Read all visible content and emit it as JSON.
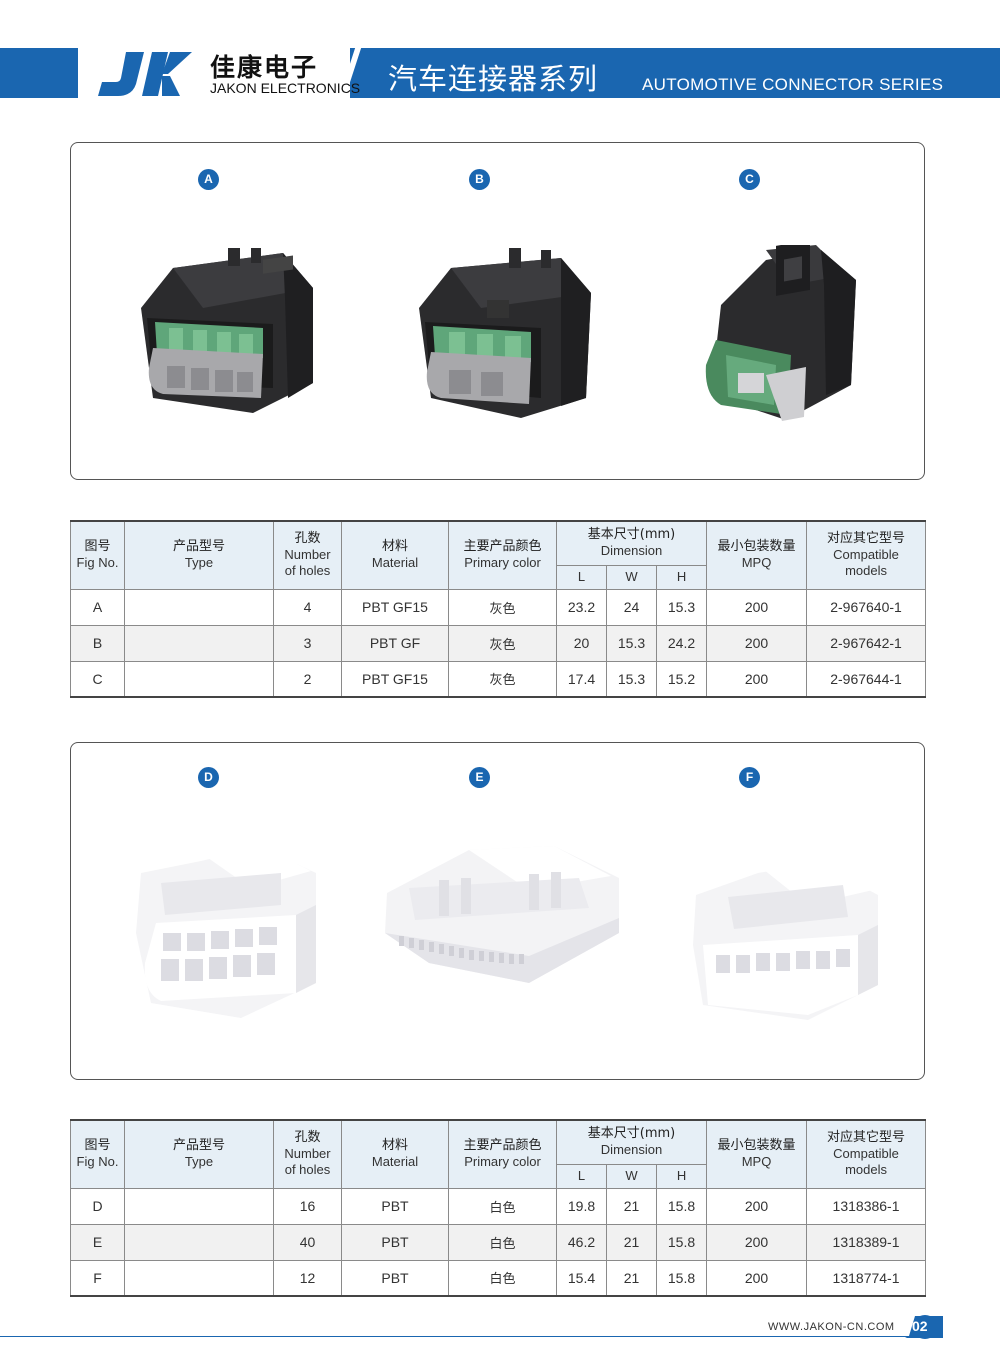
{
  "header": {
    "brand_cn": "佳康电子",
    "brand_en": "JAKON ELECTRONICS",
    "series_cn": "汽车连接器系列",
    "series_en": "AUTOMOTIVE CONNECTOR SERIES",
    "color_primary": "#1a66b0"
  },
  "panels": [
    {
      "figures": [
        "A",
        "B",
        "C"
      ],
      "product_color": "black"
    },
    {
      "figures": [
        "D",
        "E",
        "F"
      ],
      "product_color": "white"
    }
  ],
  "table_headers": {
    "fig_cn": "图号",
    "fig_en": "Fig No.",
    "type_cn": "产品型号",
    "type_en": "Type",
    "holes_cn": "孔数",
    "holes_en1": "Number",
    "holes_en2": "of holes",
    "material_cn": "材料",
    "material_en": "Material",
    "color_cn": "主要产品颜色",
    "color_en": "Primary color",
    "dim_cn": "基本尺寸(mm)",
    "dim_en": "Dimension",
    "dim_l": "L",
    "dim_w": "W",
    "dim_h": "H",
    "mpq_cn": "最小包装数量",
    "mpq_en": "MPQ",
    "compat_cn": "对应其它型号",
    "compat_en1": "Compatible",
    "compat_en2": "models"
  },
  "table1": [
    {
      "fig": "A",
      "type": "",
      "holes": "4",
      "material": "PBT GF15",
      "color": "灰色",
      "l": "23.2",
      "w": "24",
      "h": "15.3",
      "mpq": "200",
      "compat": "2-967640-1"
    },
    {
      "fig": "B",
      "type": "",
      "holes": "3",
      "material": "PBT GF",
      "color": "灰色",
      "l": "20",
      "w": "15.3",
      "h": "24.2",
      "mpq": "200",
      "compat": "2-967642-1"
    },
    {
      "fig": "C",
      "type": "",
      "holes": "2",
      "material": "PBT GF15",
      "color": "灰色",
      "l": "17.4",
      "w": "15.3",
      "h": "15.2",
      "mpq": "200",
      "compat": "2-967644-1"
    }
  ],
  "table2": [
    {
      "fig": "D",
      "type": "",
      "holes": "16",
      "material": "PBT",
      "color": "白色",
      "l": "19.8",
      "w": "21",
      "h": "15.8",
      "mpq": "200",
      "compat": "1318386-1"
    },
    {
      "fig": "E",
      "type": "",
      "holes": "40",
      "material": "PBT",
      "color": "白色",
      "l": "46.2",
      "w": "21",
      "h": "15.8",
      "mpq": "200",
      "compat": "1318389-1"
    },
    {
      "fig": "F",
      "type": "",
      "holes": "12",
      "material": "PBT",
      "color": "白色",
      "l": "15.4",
      "w": "21",
      "h": "15.8",
      "mpq": "200",
      "compat": "1318774-1"
    }
  ],
  "footer": {
    "url": "WWW.JAKON-CN.COM",
    "page": "02"
  }
}
